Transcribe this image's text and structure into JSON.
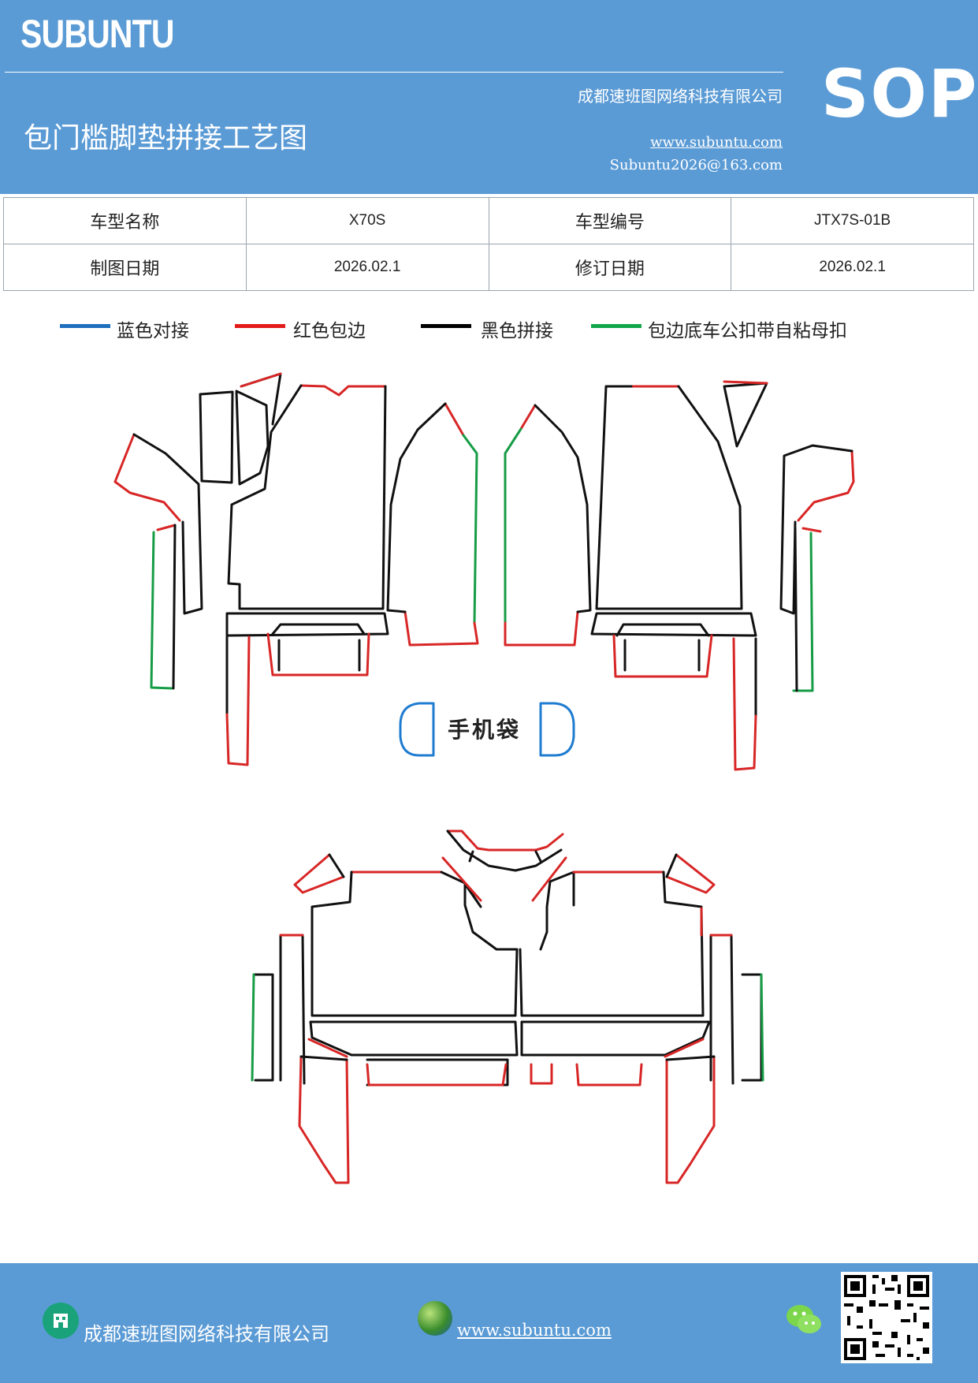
{
  "header": {
    "brand": "SUBUNTU",
    "title": "包门槛脚垫拼接工艺图",
    "company": "成都速班图网络科技有限公司",
    "website": "www.subuntu.com",
    "email": "Subuntu2026@163.com",
    "badge": "SOP"
  },
  "info_table": {
    "model_name_label": "车型名称",
    "model_name": "X70S",
    "model_code_label": "车型编号",
    "model_code": "JTX7S-01B",
    "draw_date_label": "制图日期",
    "draw_date": "2026.02.1",
    "revision_date_label": "修订日期",
    "revision_date": "2026.02.1"
  },
  "legend": [
    {
      "label": "蓝色对接",
      "color": "#1f6fbf"
    },
    {
      "label": "红色包边",
      "color": "#e31b1b"
    },
    {
      "label": "黑色拼接",
      "color": "#000000"
    },
    {
      "label": "包边底车公扣带自粘母扣",
      "color": "#12a64a"
    }
  ],
  "drawing": {
    "phone_bag_label": "手机袋",
    "line_colors": {
      "blue": "#1f7cd0",
      "red": "#d82626",
      "black": "#111111",
      "green": "#169c45"
    }
  },
  "footer": {
    "company": "成都速班图网络科技有限公司",
    "website": "www.subuntu.com"
  }
}
